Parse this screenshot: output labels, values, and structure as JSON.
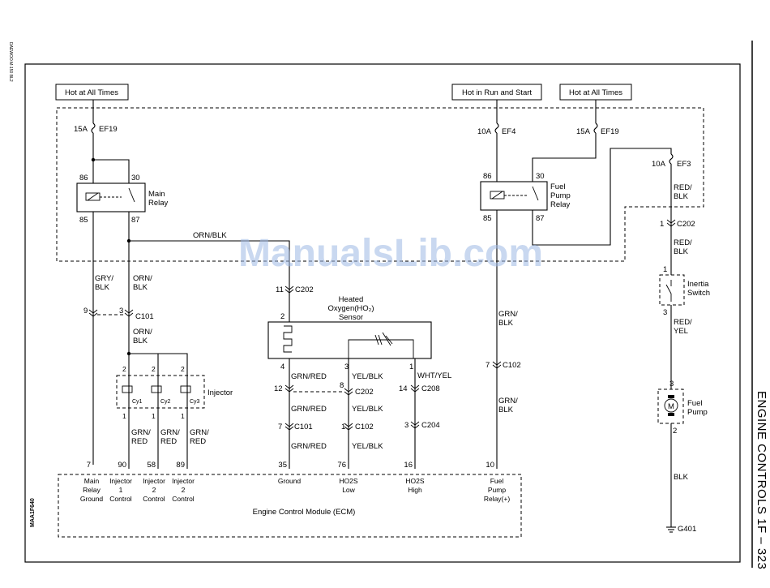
{
  "side_title": "ENGINE CONTROLS   1F – 323",
  "side_code": "DAEWOO M-150 BL2",
  "figure_code": "MAA1F640",
  "watermark": "ManualsLib.com",
  "power_labels": {
    "left_hot": "Hot at All Times",
    "run_start": "Hot in Run and Start",
    "right_hot": "Hot at All Times"
  },
  "fuses": {
    "ef19_left": {
      "amp": "15A",
      "name": "EF19"
    },
    "ef4": {
      "amp": "10A",
      "name": "EF4"
    },
    "ef19_right": {
      "amp": "15A",
      "name": "EF19"
    },
    "ef3": {
      "amp": "10A",
      "name": "EF3"
    }
  },
  "main_relay": {
    "name": "Main\nRelay",
    "pins": [
      "86",
      "30",
      "85",
      "87"
    ]
  },
  "fuel_pump_relay": {
    "name": "Fuel\nPump\nRelay",
    "pins": [
      "86",
      "30",
      "85",
      "87"
    ]
  },
  "wires": {
    "orn_blk_bus": "ORN/BLK",
    "gry_blk": "GRY/\nBLK",
    "orn_blk_1": "ORN/\nBLK",
    "orn_blk_2": "ORN/\nBLK",
    "grn_red_inj1": "GRN/\nRED",
    "grn_red_inj2": "GRN/\nRED",
    "grn_red_inj3": "GRN/\nRED",
    "grn_red_s1": "GRN/RED",
    "grn_red_s2": "GRN/RED",
    "grn_red_s3": "GRN/RED",
    "yel_blk_1": "YEL/BLK",
    "yel_blk_2": "YEL/BLK",
    "yel_blk_3": "YEL/BLK",
    "wht_yel": "WHT/YEL",
    "grn_blk_1": "GRN/\nBLK",
    "grn_blk_2": "GRN/\nBLK",
    "red_blk_1": "RED/\nBLK",
    "red_blk_2": "RED/\nBLK",
    "red_yel": "RED/\nYEL",
    "blk": "BLK"
  },
  "connectors": {
    "c101_left": {
      "pin_a": "9",
      "pin_b": "3",
      "name": "C101"
    },
    "c202_top": {
      "pin": "11",
      "name": "C202"
    },
    "c202_sensor": {
      "pin": "8",
      "name": "C202"
    },
    "c101_mid": {
      "pin": "7",
      "name": "C101"
    },
    "c102_sensor": {
      "pin": "1",
      "name": "C102"
    },
    "c208": {
      "pin": "14",
      "name": "C208"
    },
    "c204": {
      "pin": "3",
      "name": "C204"
    },
    "c102_fp": {
      "pin": "7",
      "name": "C102"
    },
    "c202_right": {
      "pin": "1",
      "name": "C202"
    },
    "pin12": "12"
  },
  "sensor": {
    "name": "Heated\nOxygen(HO₂)\nSensor",
    "pins": [
      "2",
      "4",
      "3",
      "1"
    ]
  },
  "injectors": {
    "label": "Injector",
    "cyls": [
      "Cy1",
      "Cy2",
      "Cy3"
    ],
    "pin_top": "2",
    "pin_bottom": "1"
  },
  "inertia_switch": {
    "name": "Inertia\nSwitch",
    "pins": [
      "1",
      "3"
    ]
  },
  "fuel_pump": {
    "name": "Fuel\nPump",
    "symbol": "M",
    "pins": [
      "3",
      "2"
    ]
  },
  "ground": "G401",
  "ecm": {
    "title": "Engine Control Module (ECM)",
    "pins": [
      {
        "num": "7",
        "label": "Main\nRelay\nGround"
      },
      {
        "num": "90",
        "label": "Injector\n1\nControl"
      },
      {
        "num": "58",
        "label": "Injector\n2\nControl"
      },
      {
        "num": "89",
        "label": "Injector\n2\nControl"
      },
      {
        "num": "35",
        "label": "Ground"
      },
      {
        "num": "76",
        "label": "HO2S\nLow"
      },
      {
        "num": "16",
        "label": "HO2S\nHigh"
      },
      {
        "num": "10",
        "label": "Fuel\nPump\nRelay(+)"
      }
    ]
  }
}
